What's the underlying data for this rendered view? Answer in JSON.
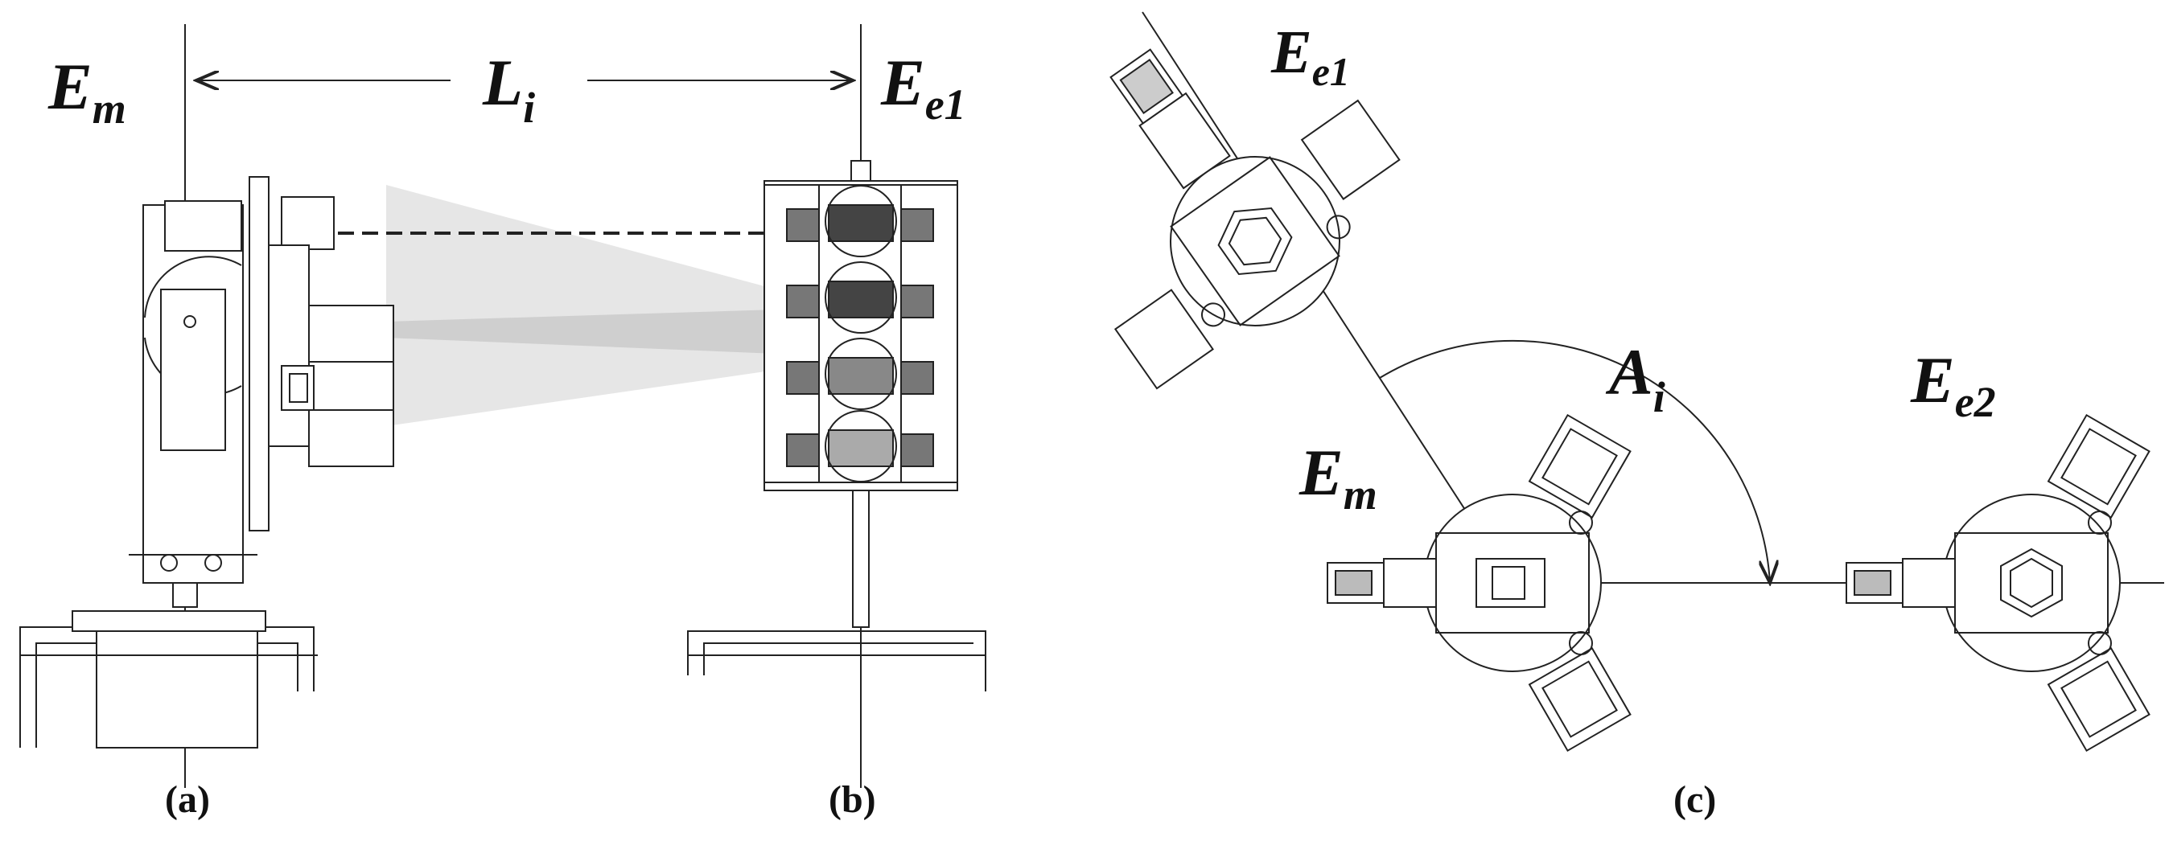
{
  "panel_a": {
    "em_main": "E",
    "em_sub": "m",
    "li_main": "L",
    "li_sub": "i",
    "caption": "(a)"
  },
  "panel_b": {
    "ee1_main": "E",
    "ee1_sub": "e1",
    "caption": "(b)"
  },
  "panel_c": {
    "ee1_main": "E",
    "ee1_sub": "e1",
    "ai_main": "A",
    "ai_sub": "i",
    "em_main": "E",
    "em_sub": "m",
    "ee2_main": "E",
    "ee2_sub": "e2",
    "caption": "(c)"
  }
}
